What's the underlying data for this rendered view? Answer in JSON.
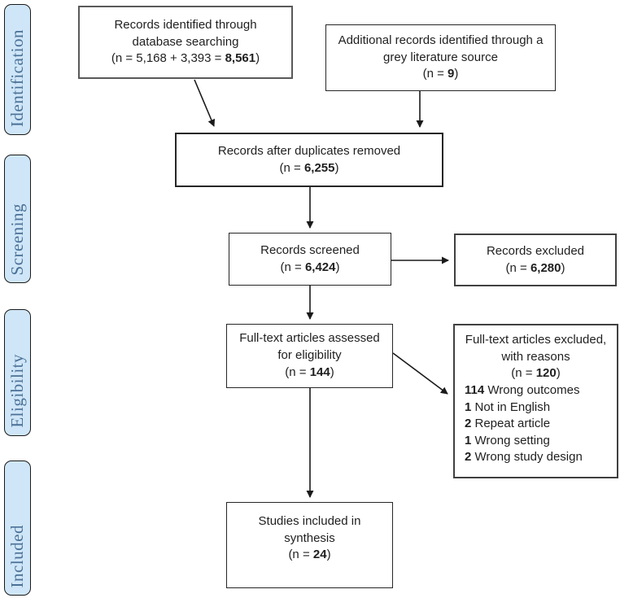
{
  "colors": {
    "stage_fill": "#cfe6f8",
    "stage_text": "#4a7096",
    "box_border": "#404040",
    "arrow": "#1a1a1a"
  },
  "stages": [
    {
      "label": "Identification"
    },
    {
      "label": "Screening"
    },
    {
      "label": "Eligibility"
    },
    {
      "label": "Included"
    }
  ],
  "boxes": {
    "db_search": {
      "label": "Records identified through database searching",
      "n_prefix": "(n = 5,168 + 3,393 = ",
      "n_value": "8,561",
      "n_suffix": ")"
    },
    "grey_literature": {
      "label": "Additional records identified through a grey literature source",
      "n_prefix": "(n = ",
      "n_value": "9",
      "n_suffix": ")"
    },
    "duplicates_removed": {
      "label": "Records after duplicates removed",
      "n_prefix": "(n = ",
      "n_value": "6,255",
      "n_suffix": ")"
    },
    "screened": {
      "label": "Records screened",
      "n_prefix": "(n = ",
      "n_value": "6,424",
      "n_suffix": ")"
    },
    "excluded": {
      "label": "Records excluded",
      "n_prefix": "(n = ",
      "n_value": "6,280",
      "n_suffix": ")"
    },
    "fulltext_assessed": {
      "label": "Full-text articles assessed for eligibility",
      "n_prefix": "(n = ",
      "n_value": "144",
      "n_suffix": ")"
    },
    "fulltext_excluded": {
      "label": "Full-text articles excluded, with reasons",
      "n_prefix": "(n = ",
      "n_value": "120",
      "n_suffix": ")",
      "reasons": [
        {
          "count": "114",
          "text": " Wrong outcomes"
        },
        {
          "count": "1",
          "text": " Not in English"
        },
        {
          "count": "2",
          "text": " Repeat article"
        },
        {
          "count": "1",
          "text": " Wrong setting"
        },
        {
          "count": "2",
          "text": " Wrong study design"
        }
      ]
    },
    "included_synthesis": {
      "label": "Studies included in synthesis",
      "n_prefix": "(n = ",
      "n_value": "24",
      "n_suffix": ")"
    }
  }
}
